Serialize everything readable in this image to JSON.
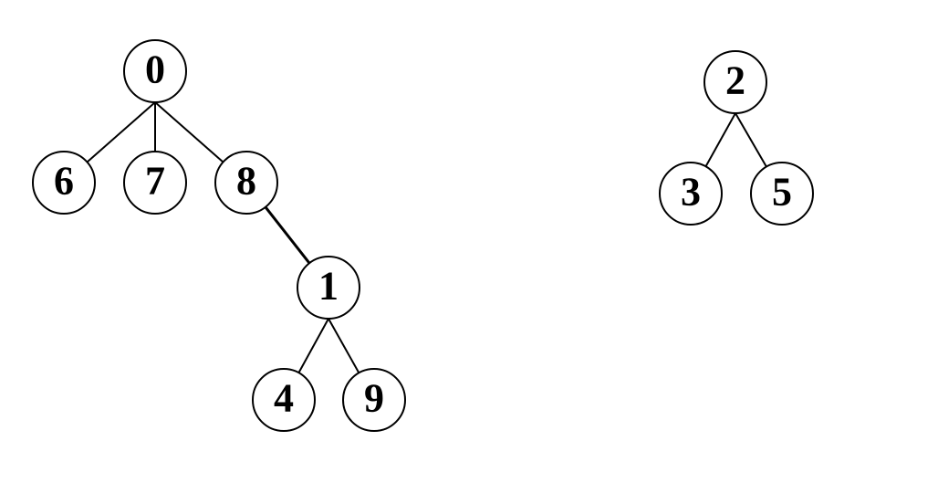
{
  "diagram": {
    "type": "forest",
    "nodes": [
      {
        "id": "n0",
        "label": "0"
      },
      {
        "id": "n6",
        "label": "6"
      },
      {
        "id": "n7",
        "label": "7"
      },
      {
        "id": "n8",
        "label": "8"
      },
      {
        "id": "n1",
        "label": "1"
      },
      {
        "id": "n4",
        "label": "4"
      },
      {
        "id": "n9",
        "label": "9"
      },
      {
        "id": "n2",
        "label": "2"
      },
      {
        "id": "n3",
        "label": "3"
      },
      {
        "id": "n5",
        "label": "5"
      }
    ],
    "edges": [
      {
        "from": "n0",
        "to": "n6"
      },
      {
        "from": "n0",
        "to": "n7"
      },
      {
        "from": "n0",
        "to": "n8"
      },
      {
        "from": "n8",
        "to": "n1"
      },
      {
        "from": "n1",
        "to": "n4"
      },
      {
        "from": "n1",
        "to": "n9"
      },
      {
        "from": "n2",
        "to": "n3"
      },
      {
        "from": "n2",
        "to": "n5"
      }
    ]
  }
}
